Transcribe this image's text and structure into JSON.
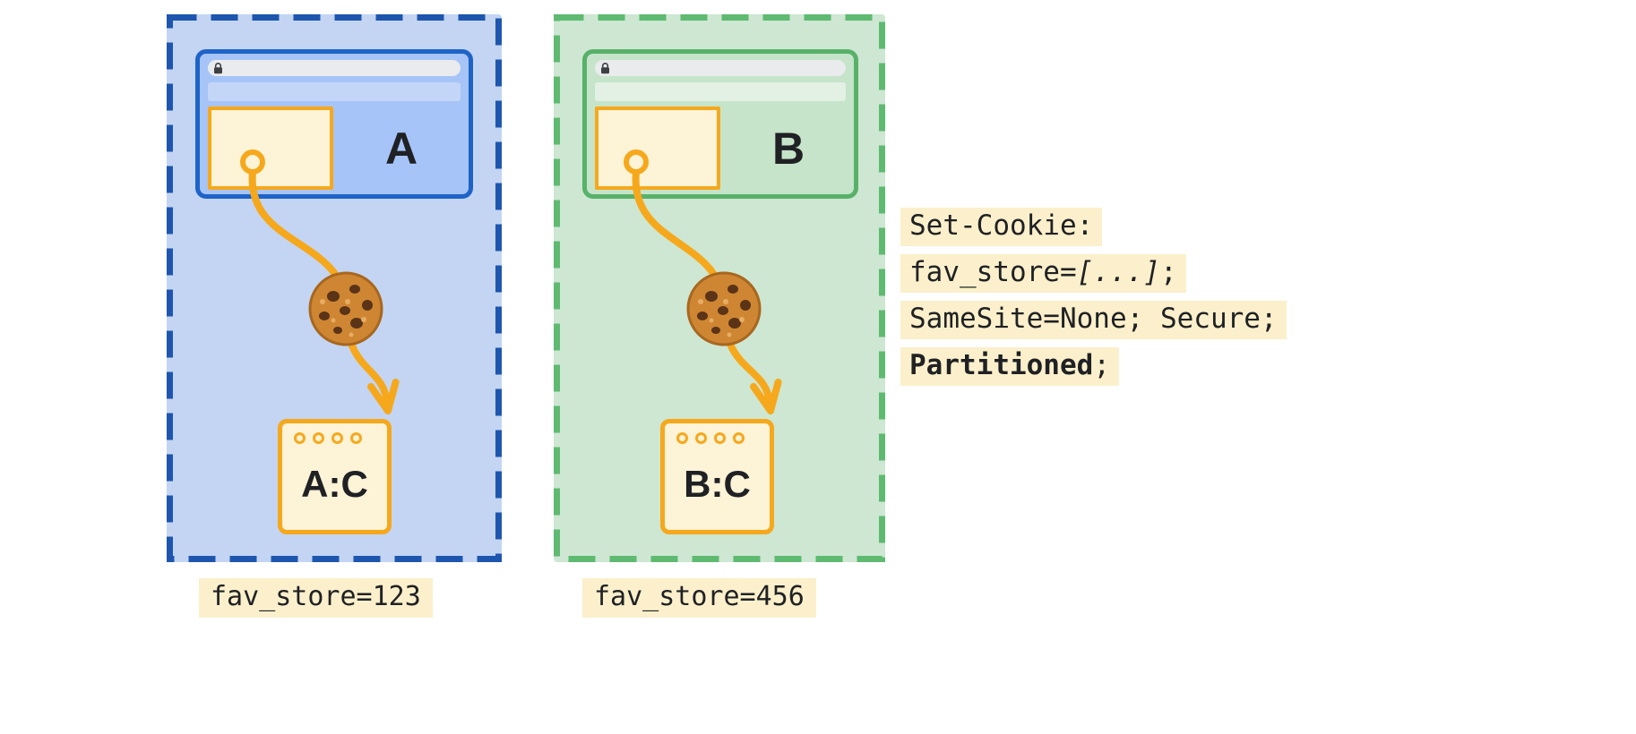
{
  "partitions": [
    {
      "site_label": "A",
      "storage_label": "A:C",
      "caption": "fav_store=123",
      "panel_fill": "#c3d5f3",
      "dash_border": "#1e56ae",
      "window_fill": "#a6c4f7",
      "window_border": "#1e63c8"
    },
    {
      "site_label": "B",
      "storage_label": "B:C",
      "caption": "fav_store=456",
      "panel_fill": "#cde7d2",
      "dash_border": "#5eba70",
      "window_fill": "#c5e4ca",
      "window_border": "#58b169"
    }
  ],
  "set_cookie": {
    "line1": "Set-Cookie:",
    "line2_prefix": "fav_store=",
    "line2_value": "[...]",
    "line2_suffix": ";",
    "line3": "SameSite=None; Secure;",
    "line4_attr": "Partitioned",
    "line4_suffix": ";"
  },
  "accents": {
    "orange": "#f6a81c",
    "cream_fill": "#fdf3d6",
    "text_highlight": "#fbf0cb",
    "text_color": "#202124"
  },
  "icons": {
    "lock": "lock-icon",
    "cookie": "cookie-icon",
    "arrow": "cookie-flow-arrow"
  }
}
